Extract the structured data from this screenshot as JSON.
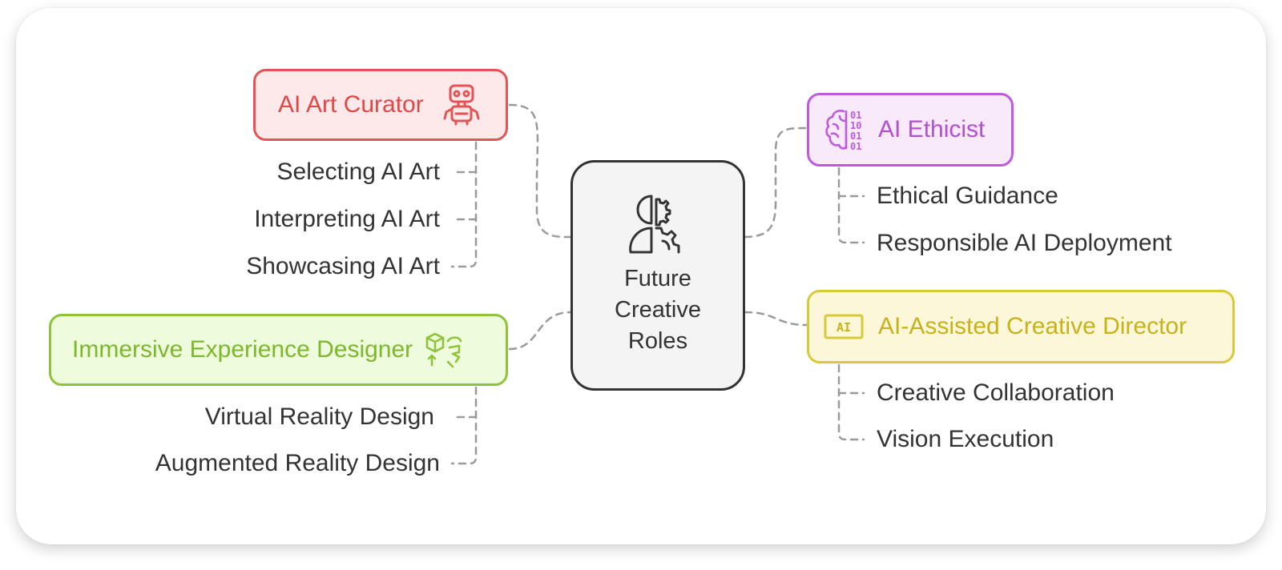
{
  "center": {
    "title_lines": [
      "Future",
      "Creative",
      "Roles"
    ],
    "icon": "head-gear-icon"
  },
  "branches": {
    "curator": {
      "label": "AI Art Curator",
      "icon": "robot-icon",
      "color": "#e45454",
      "items": [
        "Selecting AI Art",
        "Interpreting AI Art",
        "Showcasing AI Art"
      ]
    },
    "ethicist": {
      "label": "AI Ethicist",
      "icon": "brain-binary-icon",
      "color": "#bd5ae0",
      "icon_text": [
        "01",
        "10",
        "01",
        "01"
      ],
      "items": [
        "Ethical Guidance",
        "Responsible AI Deployment"
      ]
    },
    "director": {
      "label": "AI-Assisted Creative Director",
      "icon": "ai-chip-icon",
      "icon_text": "AI",
      "color": "#d9c83a",
      "items": [
        "Creative Collaboration",
        "Vision Execution"
      ]
    },
    "immersive": {
      "label": "Immersive Experience Designer",
      "icon": "cube-hand-icon",
      "color": "#8fc43a",
      "items": [
        "Virtual Reality Design",
        "Augmented Reality Design"
      ]
    }
  }
}
